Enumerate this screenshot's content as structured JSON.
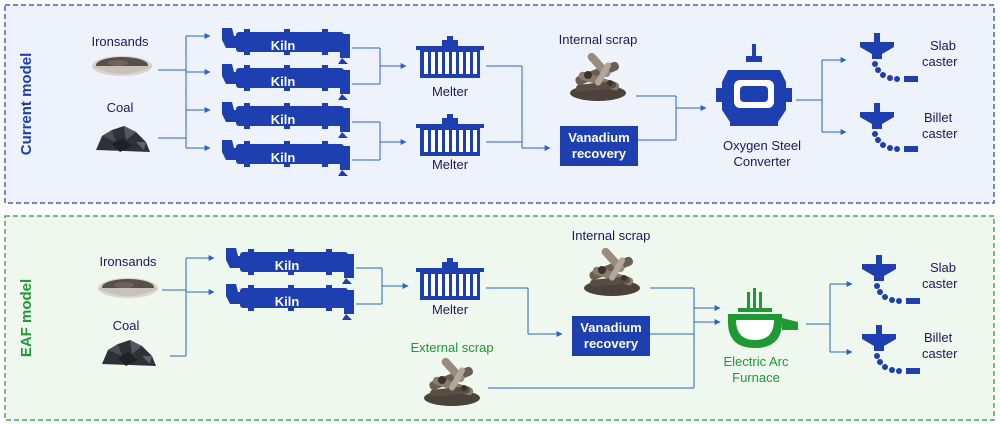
{
  "current_model": {
    "title": "Current  model",
    "inputs": [
      "Ironsands",
      "Coal"
    ],
    "kiln_label": "Kiln",
    "melter_label": "Melter",
    "internal_scrap": "Internal scrap",
    "vanadium": [
      "Vanadium",
      "recovery"
    ],
    "converter": [
      "Oxygen Steel",
      "Converter"
    ],
    "slab": [
      "Slab",
      "caster"
    ],
    "billet": [
      "Billet",
      "caster"
    ]
  },
  "eaf_model": {
    "title": "EAF  model",
    "inputs": [
      "Ironsands",
      "Coal"
    ],
    "kiln_label": "Kiln",
    "melter_label": "Melter",
    "internal_scrap": "Internal scrap",
    "external_scrap": "External scrap",
    "vanadium": [
      "Vanadium",
      "recovery"
    ],
    "furnace": [
      "Electric Arc",
      "Furnace"
    ],
    "slab": [
      "Slab",
      "caster"
    ],
    "billet": [
      "Billet",
      "caster"
    ]
  },
  "colors": {
    "blue": "#1d3fb0",
    "line": "#2f62c9",
    "green": "#1e9a32",
    "top_bg": "#eef3fb",
    "bottom_bg": "#eef8ee"
  }
}
